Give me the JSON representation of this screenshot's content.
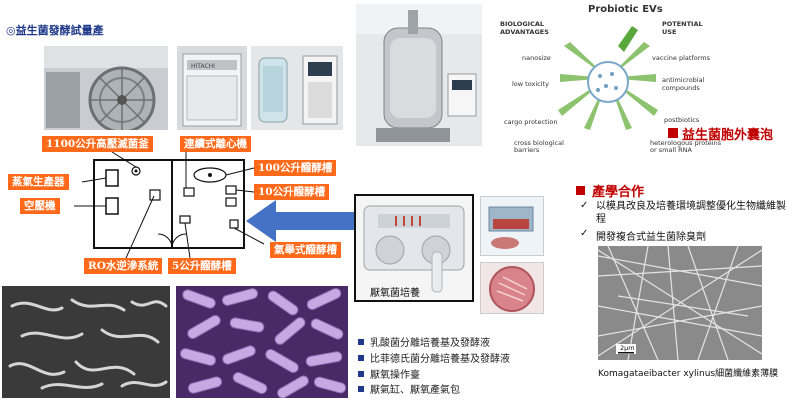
{
  "page_title": "◎益生菌發酵試量產",
  "equipment_labels": {
    "autoclave": "1100公升高壓滅菌釜",
    "centrifuge": "連續式離心機",
    "fermenter_100": "100公升醱酵槽",
    "steam_generator": "蒸氣生產器",
    "fermenter_10": "10公升醱酵槽",
    "air_compressor": "空壓機",
    "airlift_fermenter": "氣舉式醱酵槽",
    "ro_system": "RO水逆滲系統",
    "fermenter_5": "5公升醱酵槽"
  },
  "anaerobic_label": "厭氧菌培養",
  "anaerobic_bullets": [
    "乳酸菌分離培養基及發酵液",
    "比菲德氏菌分離培養基及發酵液",
    "厭氧操作臺",
    "厭氣缸、厭氧產氣包"
  ],
  "probiotic_diagram": {
    "title": "Probiotic EVs",
    "left_heading": "BIOLOGICAL\nADVANTAGES",
    "right_heading": "POTENTIAL USE",
    "left_items": [
      "nanosize",
      "low toxicity",
      "cargo protection",
      "cross biological\nbarriers"
    ],
    "right_items": [
      "vaccine platforms",
      "antimicrobial\ncompounds",
      "postbiotics",
      "heterologous proteins\nor small RNA"
    ]
  },
  "ev_heading": "益生菌胞外囊泡",
  "industry_heading": "產學合作",
  "industry_items": [
    "以模具改良及培養環境調整優化生物纖維製程",
    "開發複合式益生菌除臭劑"
  ],
  "sem_caption": "Komagataeibacter xylinus細菌纖維素薄膜",
  "scale_bar_label": "2μm",
  "colors": {
    "tag_bg": "#ff6a1a",
    "accent_red": "#c00000",
    "bullet_blue": "#1f3a8a",
    "arrow_blue": "#4472c4"
  }
}
